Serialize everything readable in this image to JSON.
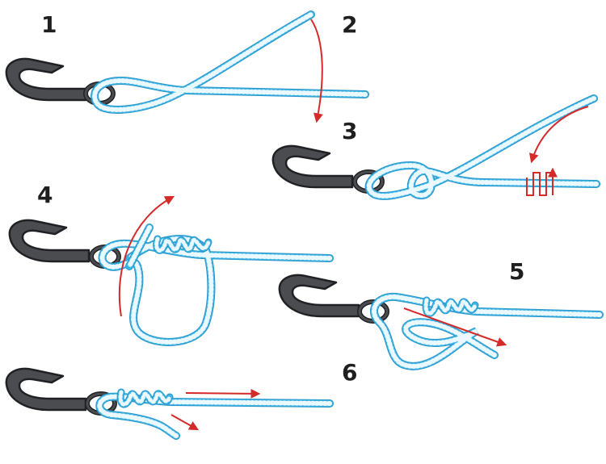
{
  "steps": [
    {
      "number": "1"
    },
    {
      "number": "2"
    },
    {
      "number": "3"
    },
    {
      "number": "4"
    },
    {
      "number": "5"
    },
    {
      "number": "6"
    }
  ],
  "colors": {
    "line": "#3fb4e6",
    "line_dash": "#eaf8ff",
    "line_edge": "#2a97c9",
    "hook": "#4a4c4f",
    "hook_edge": "#202124",
    "arrow": "#d42a2a",
    "number": "#1f1f1f"
  },
  "icons": {
    "hook": "fishing-hook-icon",
    "arrow": "red-arrow-icon"
  }
}
